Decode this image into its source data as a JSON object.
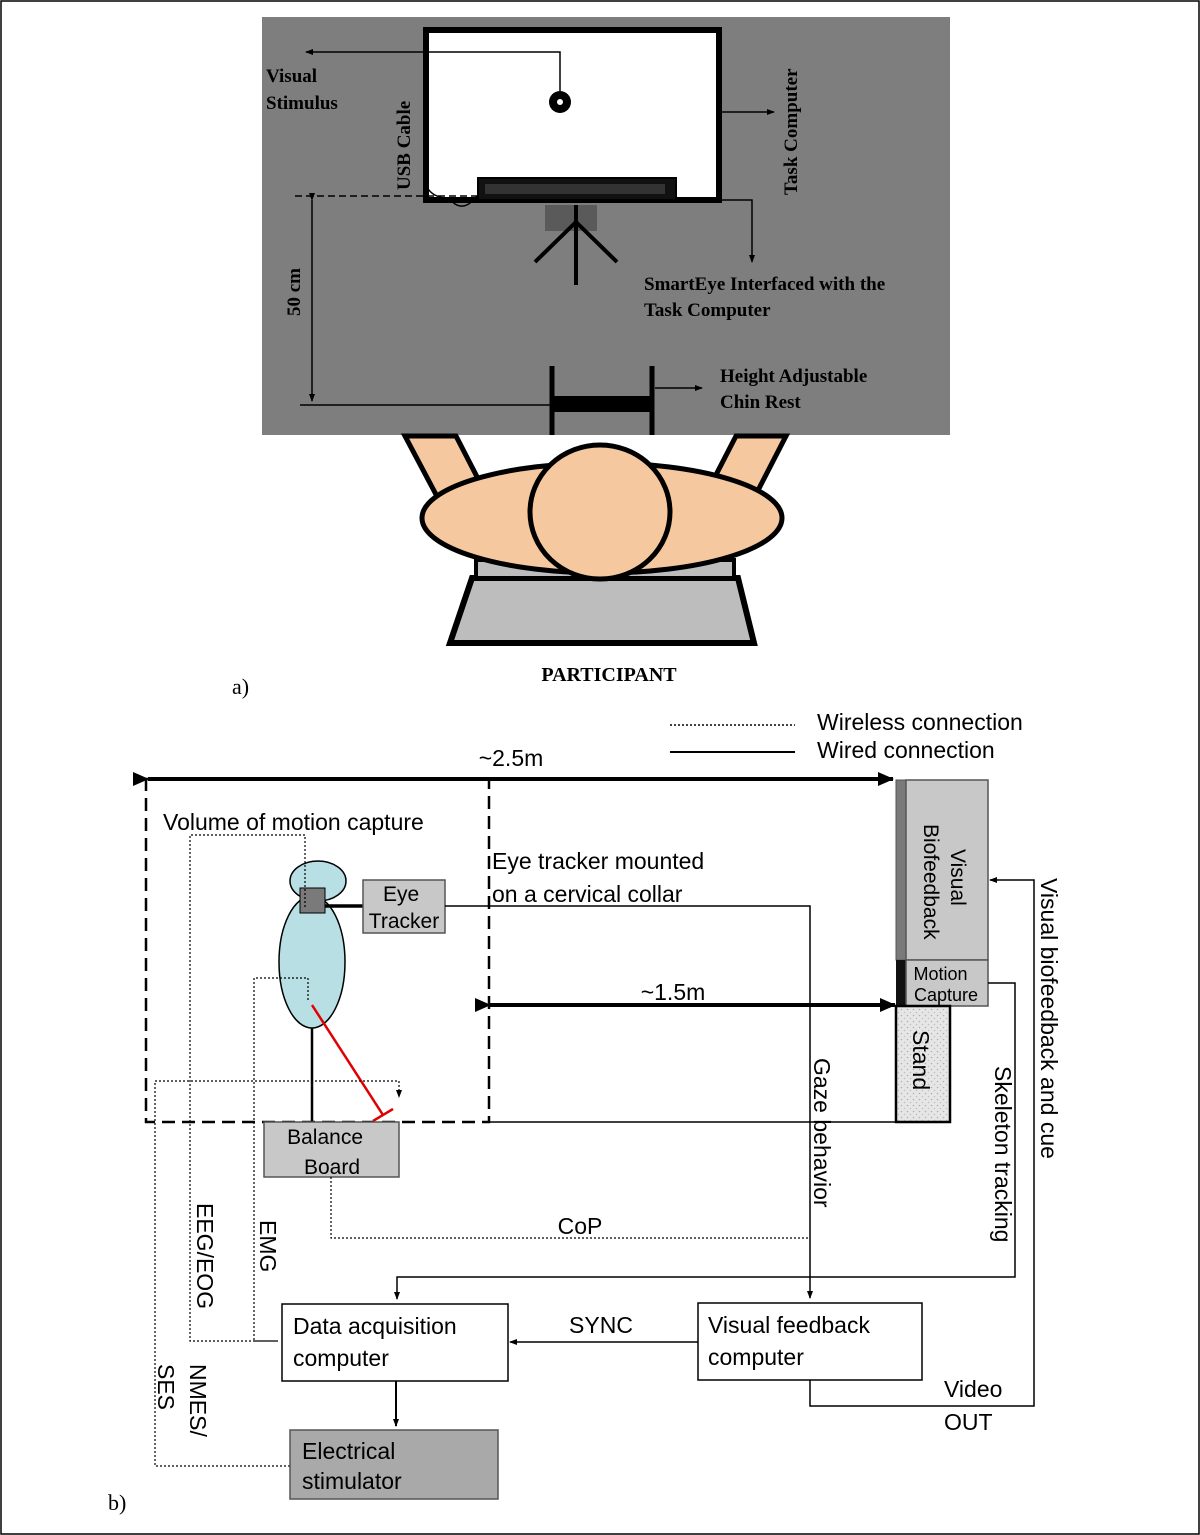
{
  "panel_a": {
    "label": "a)",
    "visual_stimulus": [
      "Visual",
      "Stimulus"
    ],
    "usb_cable": "USB Cable",
    "task_computer": "Task Computer",
    "smarteye": [
      "SmartEye Interfaced with the",
      "Task Computer"
    ],
    "distance": "50 cm",
    "chin_rest": [
      "Height Adjustable",
      "Chin Rest"
    ],
    "participant": "PARTICIPANT"
  },
  "panel_b": {
    "label": "b)",
    "legend": {
      "wireless": "Wireless connection",
      "wired": "Wired connection"
    },
    "dist_long": "~2.5m",
    "dist_short": "~1.5m",
    "volume": "Volume of motion capture",
    "eye_tracker_note": [
      "Eye tracker mounted",
      "on a cervical collar"
    ],
    "eye_tracker": [
      "Eye",
      "Tracker"
    ],
    "visual_biofeedback": [
      "Visual",
      "Biofeedback"
    ],
    "motion_capture": [
      "Motion",
      "Capture"
    ],
    "stand": "Stand",
    "balance_board": [
      "Balance",
      "Board"
    ],
    "gaze": "Gaze behavior",
    "skeleton": "Skeleton tracking",
    "vb_cue": "Visual biofeedback and cue",
    "cop": "CoP",
    "eeg": "EEG/EOG",
    "emg": "EMG",
    "nmes": [
      "NMES/",
      "SES"
    ],
    "daq": [
      "Data acquisition",
      "computer"
    ],
    "sync": "SYNC",
    "vfc": [
      "Visual feedback",
      "computer"
    ],
    "video_out": [
      "Video",
      "OUT"
    ],
    "stimulator": [
      "Electrical",
      "stimulator"
    ]
  }
}
